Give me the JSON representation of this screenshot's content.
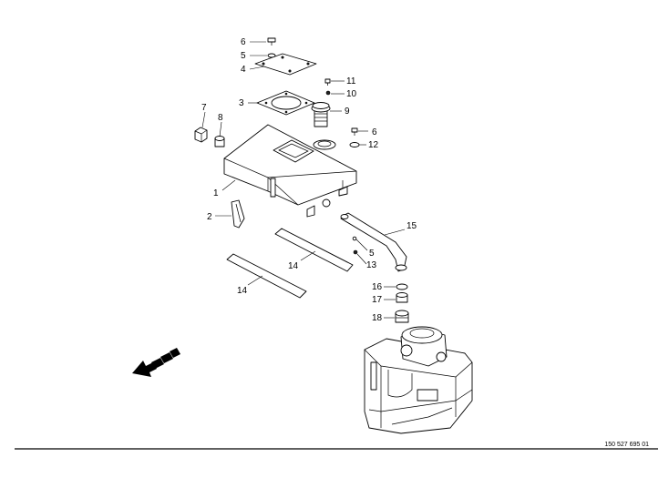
{
  "callouts": {
    "c1": "1",
    "c2": "2",
    "c3": "3",
    "c4": "4",
    "c5a": "5",
    "c5b": "5",
    "c6a": "6",
    "c6b": "6",
    "c7": "7",
    "c8": "8",
    "c9": "9",
    "c10": "10",
    "c11": "11",
    "c12": "12",
    "c13": "13",
    "c14a": "14",
    "c14b": "14",
    "c15": "15",
    "c16": "16",
    "c17": "17",
    "c18": "18"
  },
  "drawing_number": "150 527 695 01"
}
